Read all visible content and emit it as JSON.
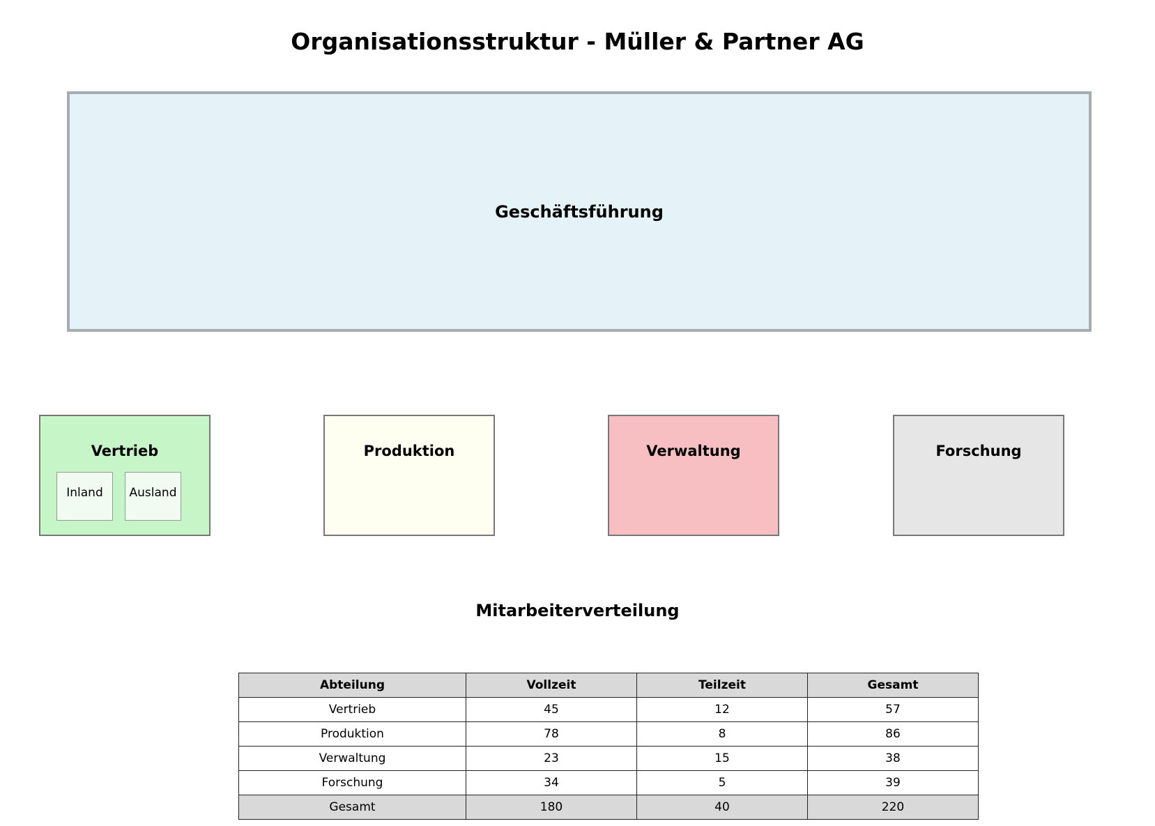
{
  "title": "Organisationsstruktur - Müller & Partner AG",
  "executive": {
    "label": "Geschäftsführung",
    "fill": "#e5f3f8"
  },
  "departments": [
    {
      "label": "Vertrieb",
      "fill": "#c6f6c8",
      "subunits": [
        "Inland",
        "Ausland"
      ]
    },
    {
      "label": "Produktion",
      "fill": "#fefff0",
      "subunits": []
    },
    {
      "label": "Verwaltung",
      "fill": "#f7bfc1",
      "subunits": []
    },
    {
      "label": "Forschung",
      "fill": "#e6e6e6",
      "subunits": []
    }
  ],
  "table": {
    "title": "Mitarbeiterverteilung",
    "headers": [
      "Abteilung",
      "Vollzeit",
      "Teilzeit",
      "Gesamt"
    ],
    "rows": [
      [
        "Vertrieb",
        "45",
        "12",
        "57"
      ],
      [
        "Produktion",
        "78",
        "8",
        "86"
      ],
      [
        "Verwaltung",
        "23",
        "15",
        "38"
      ],
      [
        "Forschung",
        "34",
        "5",
        "39"
      ]
    ],
    "total": [
      "Gesamt",
      "180",
      "40",
      "220"
    ]
  }
}
